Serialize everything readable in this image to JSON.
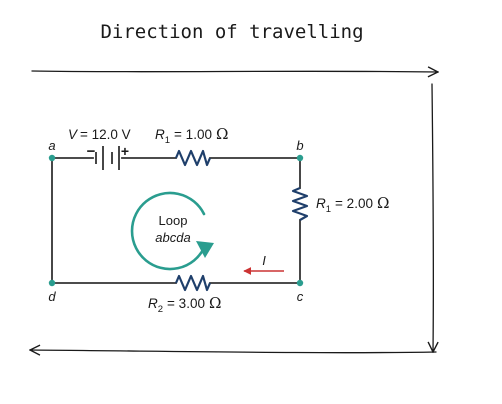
{
  "diagram": {
    "caption": "Direction of travelling",
    "nodes": {
      "a": "a",
      "b": "b",
      "c": "c",
      "d": "d"
    },
    "battery": {
      "label_var": "V",
      "label_value": "= 12.0 V",
      "minus": "−",
      "plus": "+"
    },
    "r1_top": {
      "sym": "R",
      "sub": "1",
      "value": "= 1.00",
      "unit": "Ω"
    },
    "r1_right": {
      "sym": "R",
      "sub": "1",
      "value": "= 2.00",
      "unit": "Ω"
    },
    "r2_bottom": {
      "sym": "R",
      "sub": "2",
      "value": "= 3.00",
      "unit": "Ω"
    },
    "loop": {
      "line1": "Loop",
      "line2": "abcda"
    },
    "current": {
      "label": "I"
    },
    "colors": {
      "wire": "#333333",
      "resistor": "#1f3f6b",
      "node": "#2a9d8f",
      "loop_arrow": "#2a9d8f",
      "current_arrow": "#cc3333",
      "frame": "#1a1a1a"
    }
  }
}
